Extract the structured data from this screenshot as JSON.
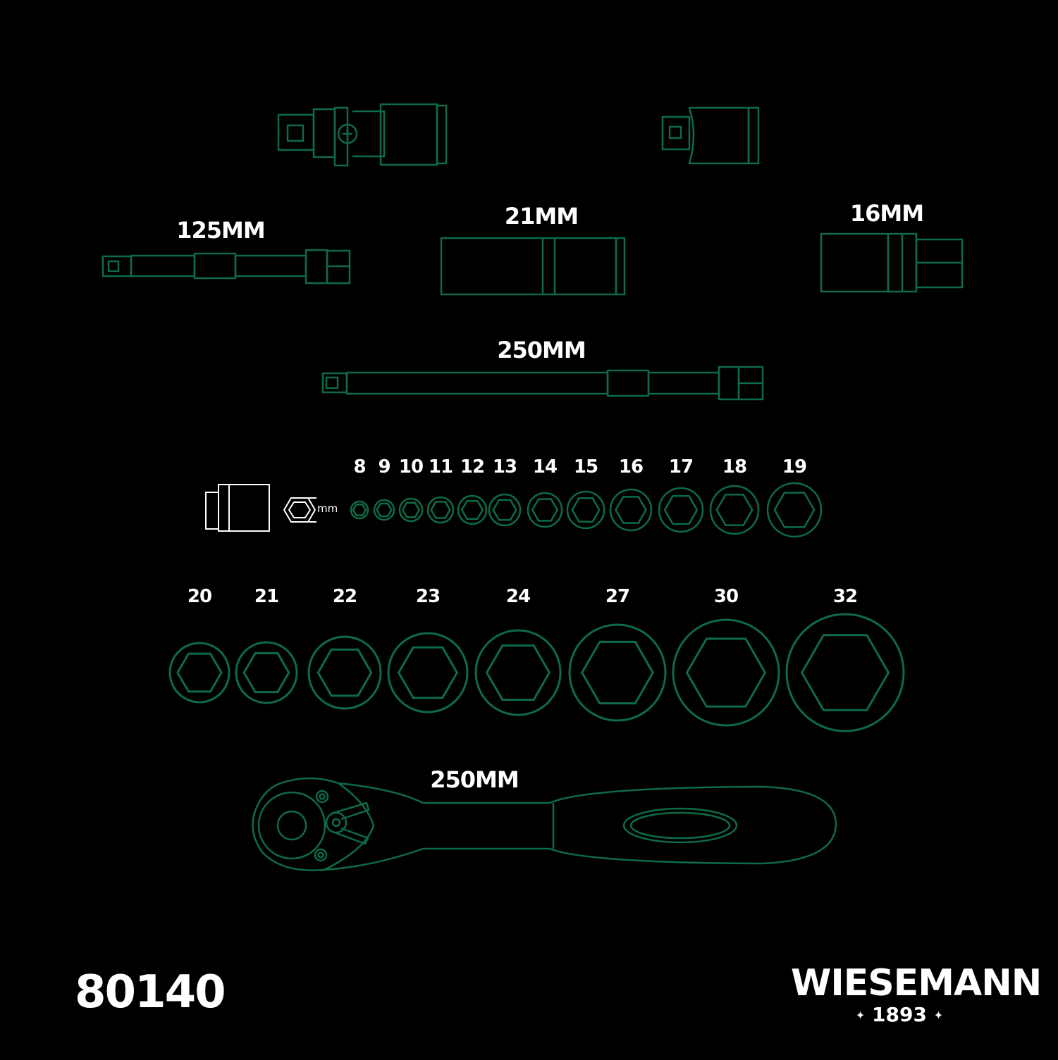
{
  "colors": {
    "background": "#000000",
    "outline": "#0e6b45",
    "text": "#ffffff"
  },
  "labels": {
    "ext_short": "125MM",
    "socket_long": "21MM",
    "socket_bit": "16MM",
    "ext_long": "250MM",
    "ratchet": "250MM",
    "unit_small": "mm"
  },
  "sockets_small": [
    "8",
    "9",
    "10",
    "11",
    "12",
    "13",
    "14",
    "15",
    "16",
    "17",
    "18",
    "19"
  ],
  "sockets_large": [
    "20",
    "21",
    "22",
    "23",
    "24",
    "27",
    "30",
    "32"
  ],
  "product_code": "80140",
  "brand": {
    "name": "WIESEMANN",
    "year": "1893"
  }
}
